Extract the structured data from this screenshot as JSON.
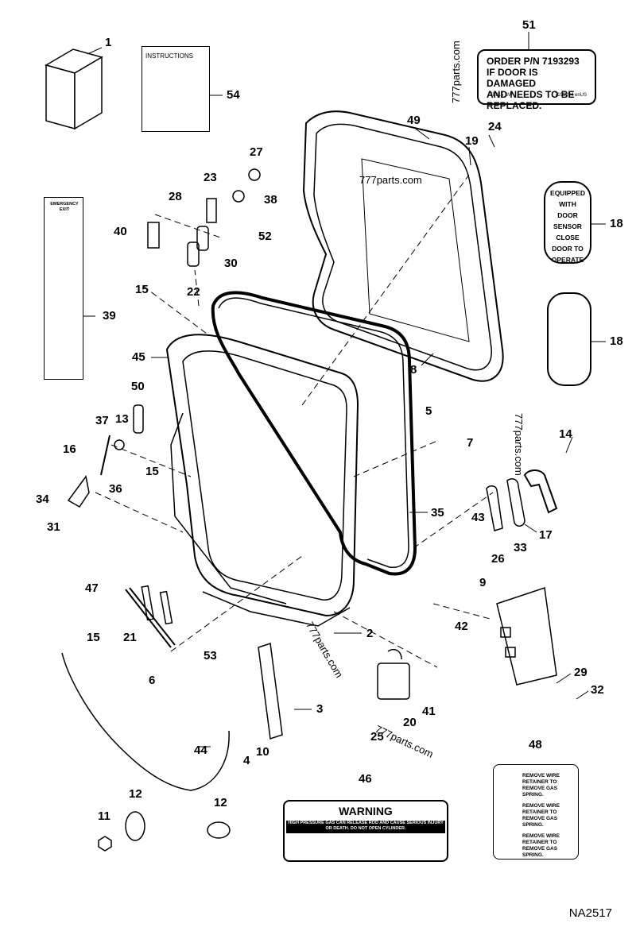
{
  "diagram_code": "NA2517",
  "watermarks": [
    "777parts.com",
    "777parts.com",
    "777parts.com",
    "777parts.com",
    "777parts.com"
  ],
  "callouts": [
    "1",
    "54",
    "51",
    "49",
    "24",
    "19",
    "27",
    "23",
    "38",
    "28",
    "40",
    "52",
    "30",
    "15",
    "22",
    "39",
    "18",
    "18",
    "45",
    "8",
    "50",
    "5",
    "7",
    "37",
    "13",
    "16",
    "15",
    "36",
    "34",
    "31",
    "14",
    "35",
    "43",
    "26",
    "33",
    "17",
    "47",
    "15",
    "21",
    "9",
    "42",
    "2",
    "6",
    "53",
    "3",
    "29",
    "32",
    "44",
    "10",
    "4",
    "20",
    "41",
    "25",
    "12",
    "11",
    "12",
    "46",
    "48"
  ],
  "decals": {
    "order": {
      "line1": "ORDER P/N 7193293",
      "line2": "IF DOOR IS DAMAGED",
      "line3": "AND NEEDS TO BE",
      "line4": "REPLACED.",
      "left_code": "7B815 SW",
      "right_code": "7193294 enUS"
    },
    "instructions": {
      "title": "INSTRUCTIONS"
    },
    "sensor": {
      "lines": [
        "EQUIPPED",
        "WITH",
        "DOOR",
        "SENSOR",
        "CLOSE",
        "DOOR TO",
        "OPERATE"
      ]
    },
    "emergency": {
      "title": "EMERGENCY EXIT"
    },
    "warning": {
      "title": "WARNING",
      "body": "HIGH PRESSURE GAS CAN RELEASE ROD AND CAUSE SERIOUS INJURY OR DEATH. DO NOT OPEN CYLINDER."
    },
    "gas_spring": {
      "rows": [
        "REMOVE WIRE RETAINER TO REMOVE GAS SPRING.",
        "REMOVE WIRE RETAINER TO REMOVE GAS SPRING.",
        "REMOVE WIRE RETAINER TO REMOVE GAS SPRING."
      ]
    }
  },
  "colors": {
    "line": "#000000",
    "background": "#ffffff"
  }
}
